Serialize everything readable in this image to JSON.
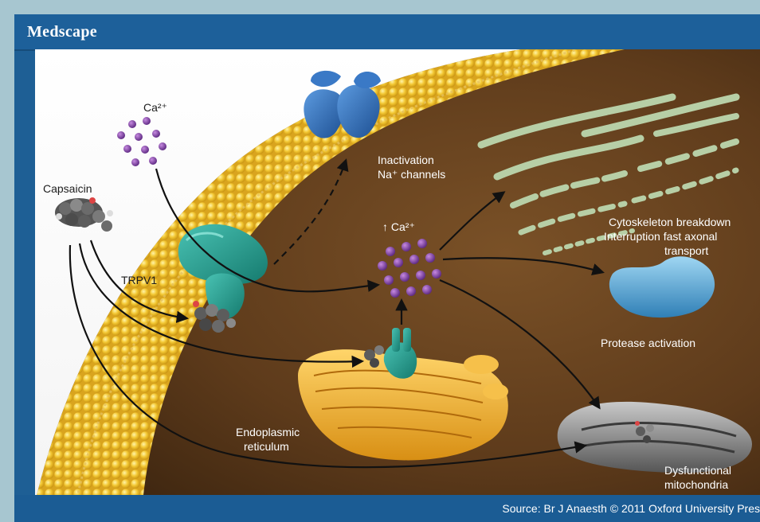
{
  "header": {
    "brand": "Medscape"
  },
  "labels": {
    "ca_outside": "Ca²⁺",
    "capsaicin": "Capsaicin",
    "trpv1": "TRPV1",
    "inactivation": "Inactivation",
    "na_channels": "Na⁺ channels",
    "ca_rise": "↑ Ca²⁺",
    "cytoskeleton": "Cytoskeleton breakdown",
    "interruption": "Interruption fast axonal",
    "transport": "transport",
    "protease": "Protease activation",
    "er_line1": "Endoplasmic",
    "er_line2": "reticulum",
    "mito_line1": "Dysfunctional",
    "mito_line2": "mitochondria"
  },
  "footer": {
    "source": "Source: Br J Anaesth © 2011 Oxford University Pres"
  },
  "colors": {
    "membrane": "#f1c531",
    "cytoplasm": "#5b3a1c",
    "channel_teal": "#2a9d8f",
    "channel_blue": "#2f6db5",
    "calcium": "#7b3f9e",
    "protease": "#5aa9d6",
    "mitochondria": "#8a8a8a",
    "er": "#f2b43a",
    "header_blue": "#1d609a"
  }
}
